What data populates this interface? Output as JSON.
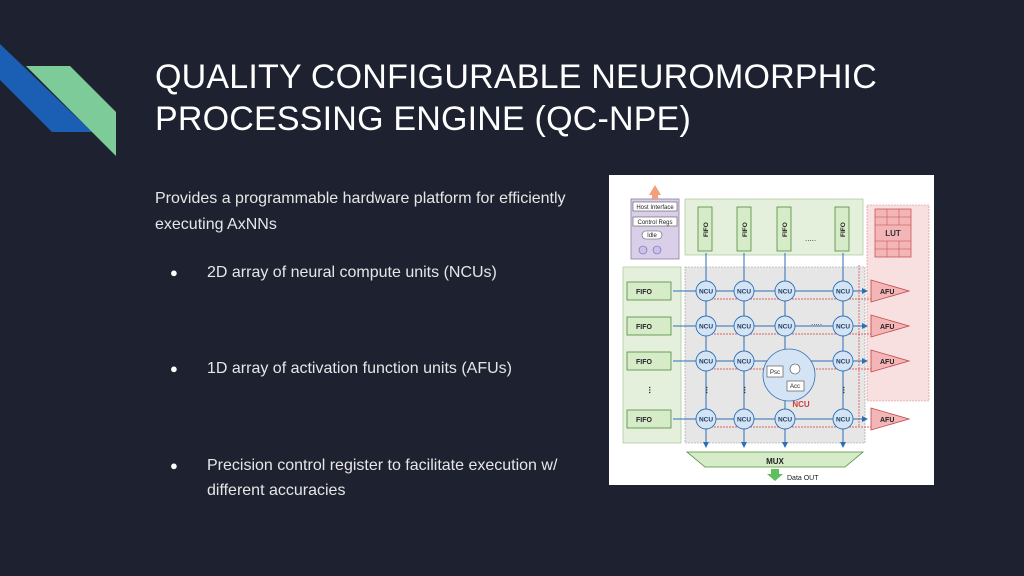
{
  "slide": {
    "title_lines": [
      "QUALITY CONFIGURABLE NEUROMORPHIC",
      "PROCESSING ENGINE (QC-NPE)"
    ],
    "intro": "Provides a programmable hardware platform for efficiently executing AxNNs",
    "bullets": [
      "2D array of neural compute units (NCUs)",
      "1D array of activation function units (AFUs)",
      "Precision control register to facilitate execution w/ different accuracies"
    ],
    "bullet_symbol": "●"
  },
  "colors": {
    "background": "#1e2230",
    "accent_blue": "#1a5fb4",
    "accent_green": "#7ecb9a"
  },
  "figure": {
    "host_interface": "Host Interface",
    "control_regs": "Control Regs",
    "idle": "Idle",
    "fifo": "FIFO",
    "ncu": "NCU",
    "afu": "AFU",
    "lut": "LUT",
    "mux": "MUX",
    "data_out": "Data OUT",
    "psc": "Psc",
    "acc": "Acc",
    "ellipsis": "....."
  }
}
